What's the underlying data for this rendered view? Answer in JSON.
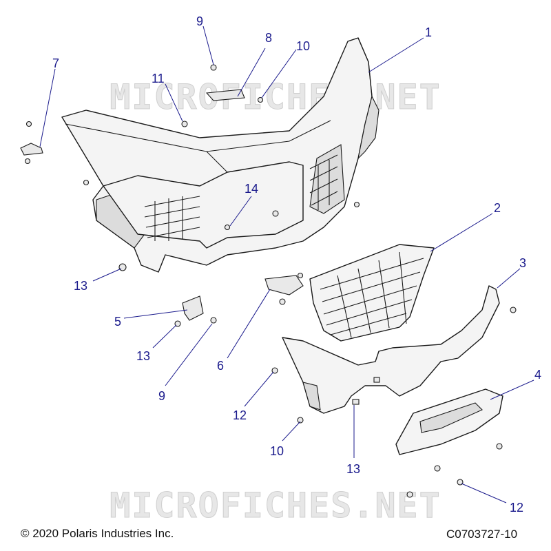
{
  "watermark": {
    "text": "MICROFICHES.NET"
  },
  "callouts": [
    {
      "id": "c1",
      "label": "1"
    },
    {
      "id": "c2",
      "label": "2"
    },
    {
      "id": "c3",
      "label": "3"
    },
    {
      "id": "c4",
      "label": "4"
    },
    {
      "id": "c5",
      "label": "5"
    },
    {
      "id": "c6",
      "label": "6"
    },
    {
      "id": "c7",
      "label": "7"
    },
    {
      "id": "c8",
      "label": "8"
    },
    {
      "id": "c9a",
      "label": "9"
    },
    {
      "id": "c9b",
      "label": "9"
    },
    {
      "id": "c10a",
      "label": "10"
    },
    {
      "id": "c10b",
      "label": "10"
    },
    {
      "id": "c11",
      "label": "11"
    },
    {
      "id": "c12a",
      "label": "12"
    },
    {
      "id": "c12b",
      "label": "12"
    },
    {
      "id": "c13a",
      "label": "13"
    },
    {
      "id": "c13b",
      "label": "13"
    },
    {
      "id": "c13c",
      "label": "13"
    },
    {
      "id": "c14",
      "label": "14"
    }
  ],
  "footer": {
    "copyright": "© 2020 Polaris Industries Inc.",
    "diagram_code": "C0703727-10"
  }
}
